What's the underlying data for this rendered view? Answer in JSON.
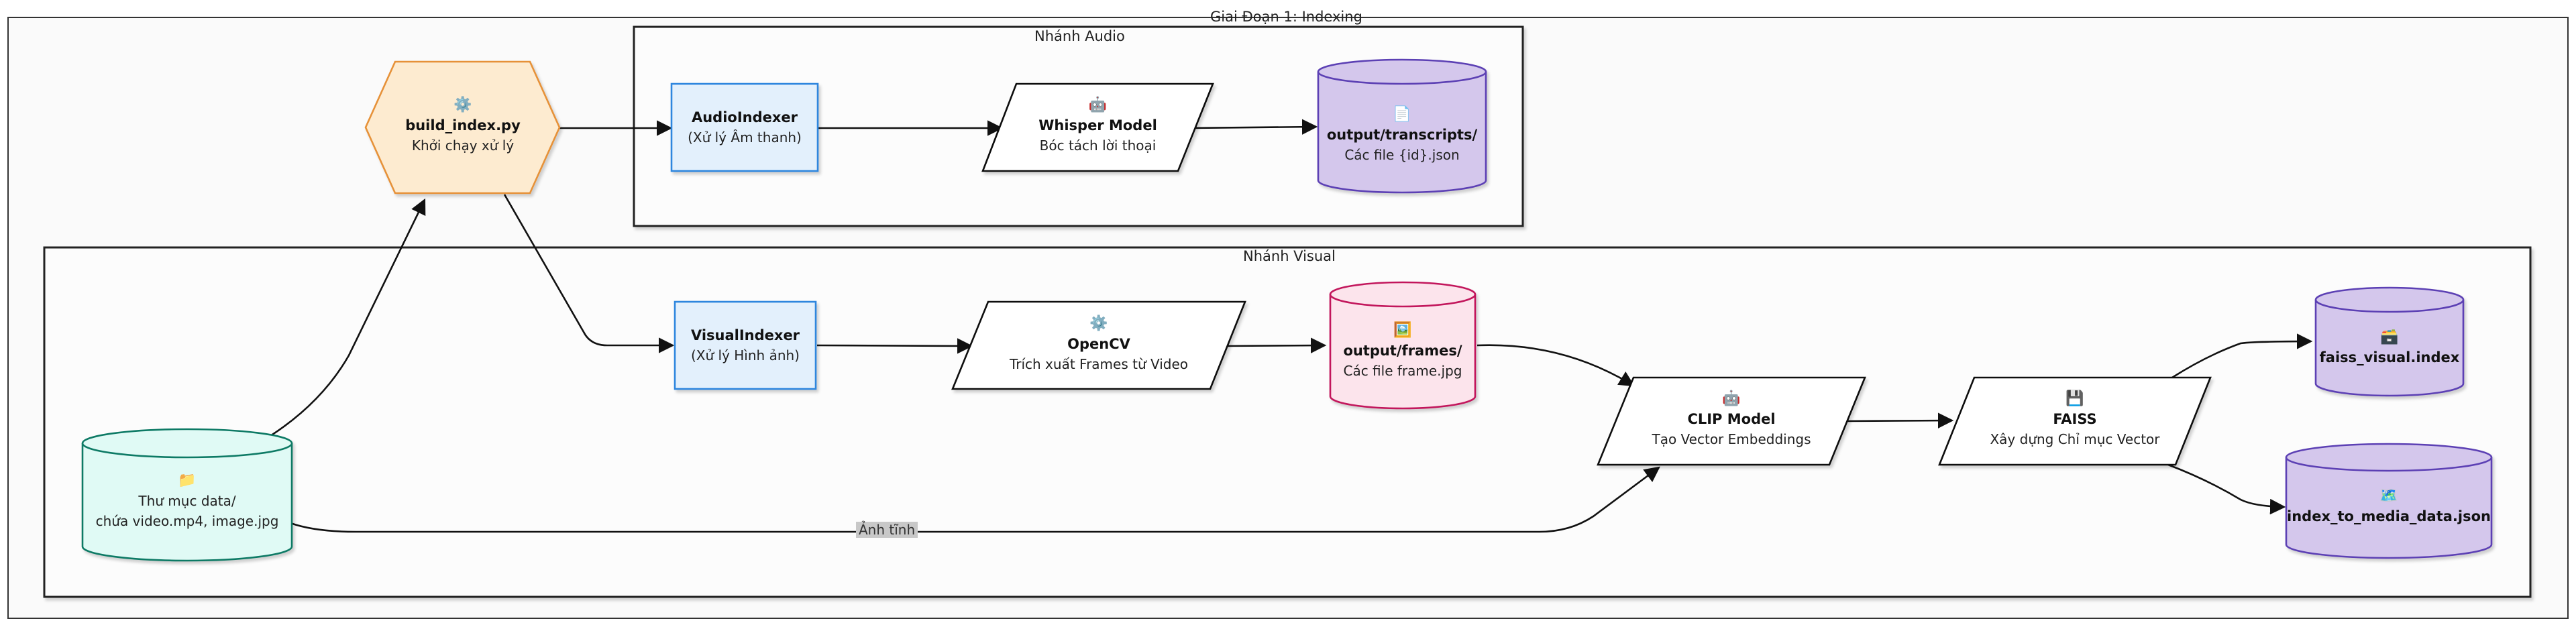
{
  "groups": {
    "stage": "Giai Đoạn 1: Indexing",
    "audio": "Nhánh Audio",
    "visual": "Nhánh Visual"
  },
  "nodes": {
    "build": {
      "icon": "⚙️",
      "icon_name": "gear-icon",
      "title": "build_index.py",
      "sub": "Khởi chạy xử lý"
    },
    "audio_idx": {
      "title": "AudioIndexer",
      "sub": "(Xử lý Âm thanh)"
    },
    "whisper": {
      "icon": "🤖",
      "icon_name": "robot-icon",
      "title": "Whisper Model",
      "sub": "Bóc tách lời thoại"
    },
    "transcripts": {
      "icon": "📄",
      "icon_name": "document-icon",
      "title": "output/transcripts/",
      "sub": "Các file {id}.json"
    },
    "visual_idx": {
      "title": "VisualIndexer",
      "sub": "(Xử lý Hình ảnh)"
    },
    "opencv": {
      "icon": "⚙️",
      "icon_name": "gear-icon",
      "title": "OpenCV",
      "sub": "Trích xuất Frames từ Video"
    },
    "frames": {
      "icon": "🖼️",
      "icon_name": "image-icon",
      "title": "output/frames/",
      "sub": "Các file frame.jpg"
    },
    "clip": {
      "icon": "🤖",
      "icon_name": "robot-icon",
      "title": "CLIP Model",
      "sub": "Tạo Vector Embeddings"
    },
    "faiss": {
      "icon": "💾",
      "icon_name": "floppy-disk-icon",
      "title": "FAISS",
      "sub": "Xây dựng Chỉ mục Vector"
    },
    "faiss_index": {
      "icon": "🗃️",
      "icon_name": "card-box-icon",
      "title": "faiss_visual.index"
    },
    "media_json": {
      "icon": "🗺️",
      "icon_name": "map-icon",
      "title": "index_to_media_data.json"
    },
    "data_dir": {
      "icon": "📁",
      "icon_name": "folder-icon",
      "line1": "Thư mục data/",
      "line2": "chứa video.mp4, image.jpg"
    }
  },
  "edges": {
    "static_image": "Ảnh tĩnh"
  },
  "colors": {
    "hexagon_fill": "#fdebd0",
    "hexagon_stroke": "#e69138",
    "process_fill": "#e3f0fc",
    "process_stroke": "#2e86de",
    "db_purple_fill": "#d4c7ec",
    "db_purple_stroke": "#5b3fb4",
    "db_pink_fill": "#fce4ec",
    "db_pink_stroke": "#c2185b",
    "db_teal_fill": "#e0faf5",
    "db_teal_stroke": "#117a65"
  }
}
